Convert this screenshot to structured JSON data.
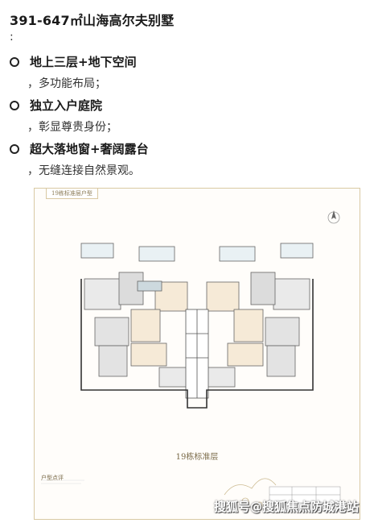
{
  "heading": "391-647㎡山海高尔夫别墅",
  "separator": ":",
  "features": [
    {
      "title": "地上三层+地下空间",
      "desc": "，多功能布局；"
    },
    {
      "title": "独立入户庭院",
      "desc": "，彰显尊贵身份；"
    },
    {
      "title": "超大落地窗+奢阔露台",
      "desc": "，无缝连接自然景观。"
    }
  ],
  "floorplan": {
    "tag": "19栋标准层户型",
    "caption": "19栋标准层",
    "legend_title": "户型点评"
  },
  "watermark": "搜狐号@搜狐焦点防城港站",
  "colors": {
    "frame": "#d9c9a3",
    "accent_text": "#7a6a48"
  }
}
